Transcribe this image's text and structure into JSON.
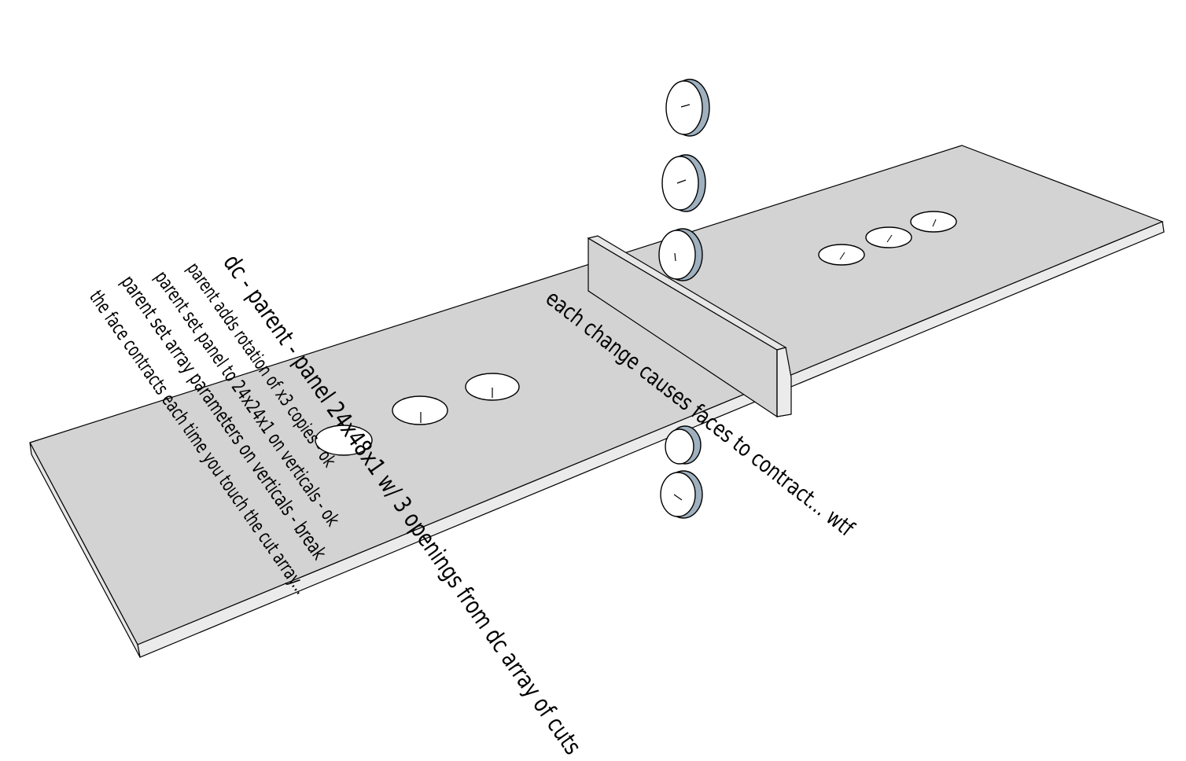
{
  "colors": {
    "panel_top": "#d3d3d3",
    "panel_edge": "#ebebeb",
    "outline": "#000000",
    "background": "#ffffff",
    "ring_inside": "#9fb0be",
    "ring_face": "#ffffff"
  },
  "annotations": {
    "line1": "dc - parent - panel 24x48x1 w/ 3 openings from dc array of cuts",
    "line2": "parent adds rotation of x3 copies - ok",
    "line3": "parent set panel to 24x24x1 on verticals - ok",
    "line4": "parent set array parameters on verticals - break",
    "line5": "the face contracts each time you touch the cut array...",
    "right_note": "each change causes faces to contract...  wtf"
  }
}
